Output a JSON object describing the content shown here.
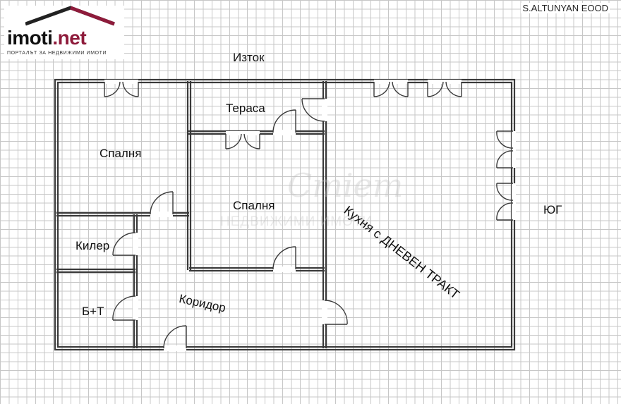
{
  "header": {
    "logo_text": "imoti",
    "logo_dot": ".net",
    "logo_tagline": "ПОРТАЛЪТ ЗА НЕДВИЖИМИ ИМОТИ",
    "company": "S.ALTUNYAN EOOD"
  },
  "compass": {
    "east": "Изток",
    "south": "ЮГ"
  },
  "rooms": {
    "terrace": "Тераса",
    "bedroom_1": "Спалня",
    "bedroom_2": "Спалня",
    "kitchen_living": "Кухня с ДНЕВЕН ТРАКТ",
    "storage": "Килер",
    "bathroom": "Б+Т",
    "corridor": "Коридор"
  },
  "watermark": {
    "script": "Cmiem",
    "text": "НЕДВИЖИМИ ИМОТИ"
  },
  "colors": {
    "wall": "#3a3a3a",
    "grid": "#c7c7c7",
    "brand": "#8e1b3b"
  }
}
